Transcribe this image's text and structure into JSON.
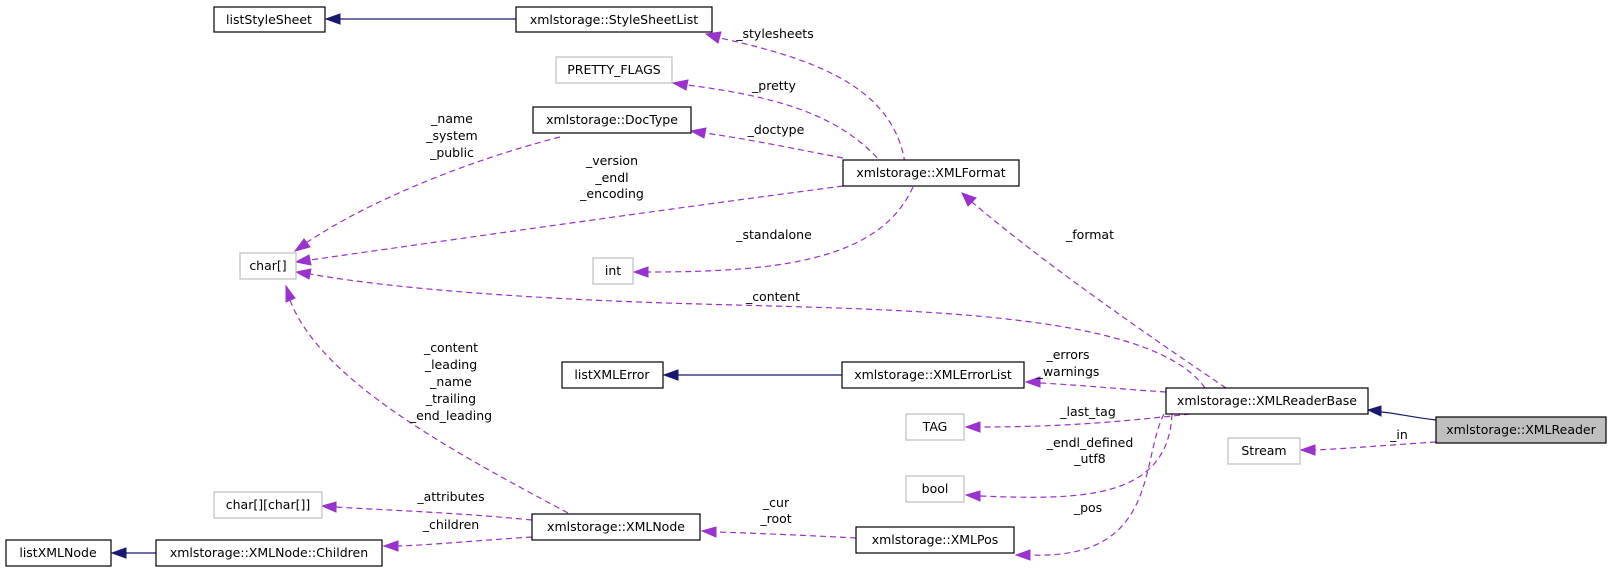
{
  "nodes": {
    "xmlreader": "xmlstorage::XMLReader",
    "readerbase": "xmlstorage::XMLReaderBase",
    "stream": "Stream",
    "format": "xmlstorage::XMLFormat",
    "stylesheetlist": "xmlstorage::StyleSheetList",
    "liststylesheet": "listStyleSheet",
    "prettyflags": "PRETTY_FLAGS",
    "doctype": "xmlstorage::DocType",
    "chararr": "char[]",
    "int": "int",
    "errorlist": "xmlstorage::XMLErrorList",
    "listxmlerror": "listXMLError",
    "tag": "TAG",
    "bool": "bool",
    "xmlpos": "xmlstorage::XMLPos",
    "xmlnode": "xmlstorage::XMLNode",
    "children": "xmlstorage::XMLNode::Children",
    "listxmlnode": "listXMLNode",
    "charmap": "char[][char[]]"
  },
  "edge_labels": {
    "in": [
      "_in"
    ],
    "format": [
      "_format"
    ],
    "stylesheets": [
      "_stylesheets"
    ],
    "pretty": [
      "_pretty"
    ],
    "doctype": [
      "_doctype"
    ],
    "doctype_fields": [
      "_name",
      "_system",
      "_public"
    ],
    "format_chars": [
      "_version",
      "_endl",
      "_encoding"
    ],
    "standalone": [
      "_standalone"
    ],
    "content": [
      "_content"
    ],
    "errors": [
      "_errors",
      "_warnings"
    ],
    "last_tag": [
      "_last_tag"
    ],
    "endl_defined": [
      "_endl_defined",
      "_utf8"
    ],
    "pos": [
      "_pos"
    ],
    "cur_root": [
      "_cur",
      "_root"
    ],
    "node_chars": [
      "_content",
      "_leading",
      "_name",
      "_trailing",
      "_end_leading"
    ],
    "attributes": [
      "_attributes"
    ],
    "children": [
      "_children"
    ]
  },
  "colors": {
    "inheritance": "#191970",
    "usage": "#9a32cd",
    "external_border": "#bfbfbf",
    "focus_fill": "#bfbfbf"
  }
}
